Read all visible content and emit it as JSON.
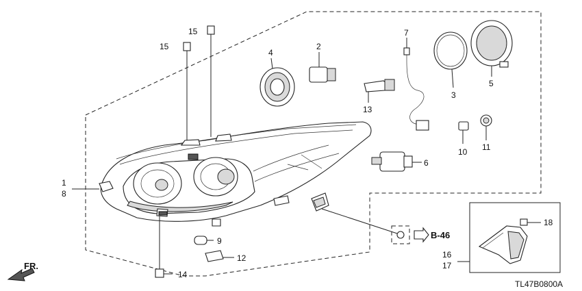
{
  "diagram": {
    "callouts": [
      {
        "id": "c15a",
        "text": "15"
      },
      {
        "id": "c15b",
        "text": "15"
      },
      {
        "id": "c4",
        "text": "4"
      },
      {
        "id": "c2",
        "text": "2"
      },
      {
        "id": "c7",
        "text": "7"
      },
      {
        "id": "c3",
        "text": "3"
      },
      {
        "id": "c5",
        "text": "5"
      },
      {
        "id": "c13",
        "text": "13"
      },
      {
        "id": "c10",
        "text": "10"
      },
      {
        "id": "c11",
        "text": "11"
      },
      {
        "id": "c6",
        "text": "6"
      },
      {
        "id": "c1",
        "text": "1"
      },
      {
        "id": "c8",
        "text": "8"
      },
      {
        "id": "c9",
        "text": "9"
      },
      {
        "id": "c12",
        "text": "12"
      },
      {
        "id": "c14",
        "text": "14"
      },
      {
        "id": "c18",
        "text": "18"
      },
      {
        "id": "c16",
        "text": "16"
      },
      {
        "id": "c17",
        "text": "17"
      }
    ],
    "reference": "B-46",
    "direction": "FR.",
    "part_code": "TL47B0800A"
  }
}
